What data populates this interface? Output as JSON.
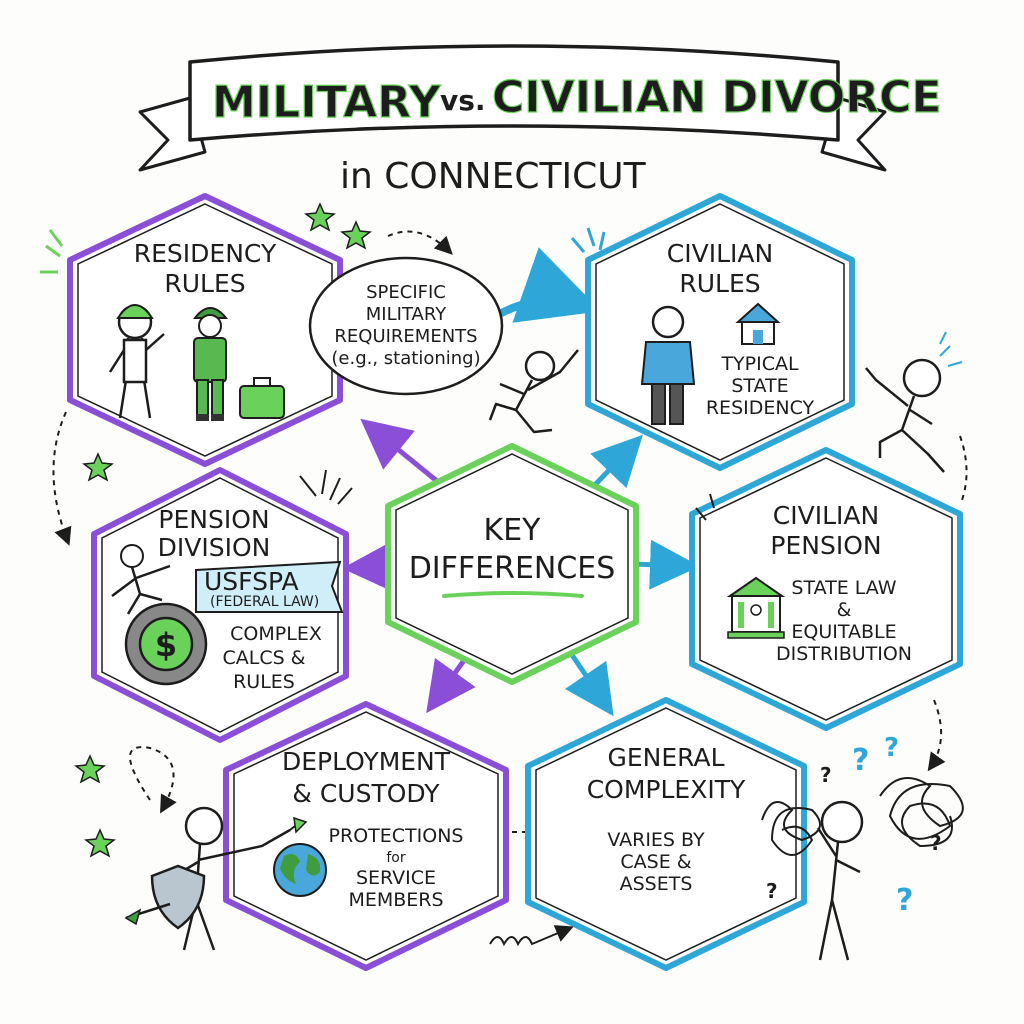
{
  "title": {
    "part1": "MILITARY",
    "vs": "vs.",
    "part2": "CIVILIAN DIVORCE",
    "subtitle": "in CONNECTICUT"
  },
  "center": {
    "line1": "KEY",
    "line2": "DIFFERENCES"
  },
  "nodes": {
    "residency": {
      "line1": "RESIDENCY",
      "line2": "RULES"
    },
    "civilian_rules": {
      "line1": "CIVILIAN",
      "line2": "RULES",
      "body1": "TYPICAL",
      "body2": "STATE",
      "body3": "RESIDENCY"
    },
    "pension_division": {
      "line1": "PENSION",
      "line2": "DIVISION",
      "flag1": "USFSPA",
      "flag2": "(FEDERAL LAW)",
      "body1": "COMPLEX",
      "body2": "CALCS &",
      "body3": "RULES"
    },
    "civilian_pension": {
      "line1": "CIVILIAN",
      "line2": "PENSION",
      "body1": "STATE LAW",
      "body2": "&",
      "body3": "EQUITABLE",
      "body4": "DISTRIBUTION"
    },
    "deployment": {
      "line1": "DEPLOYMENT",
      "line2": "& CUSTODY",
      "body1": "PROTECTIONS",
      "body2": "for",
      "body3": "SERVICE",
      "body4": "MEMBERS"
    },
    "complexity": {
      "line1": "GENERAL",
      "line2": "COMPLEXITY",
      "body1": "VARIES BY",
      "body2": "CASE &",
      "body3": "ASSETS"
    }
  },
  "callout": {
    "line1": "SPECIFIC",
    "line2": "MILITARY",
    "line3": "REQUIREMENTS",
    "line4": "(e.g., stationing)"
  },
  "icons": {
    "dollar": "$",
    "question": "?"
  },
  "colors": {
    "purple": "#8a4fd6",
    "blue": "#2ea7d8",
    "green": "#6ad25a",
    "dark_green": "#2e8a35",
    "ink": "#1d1d1d"
  }
}
